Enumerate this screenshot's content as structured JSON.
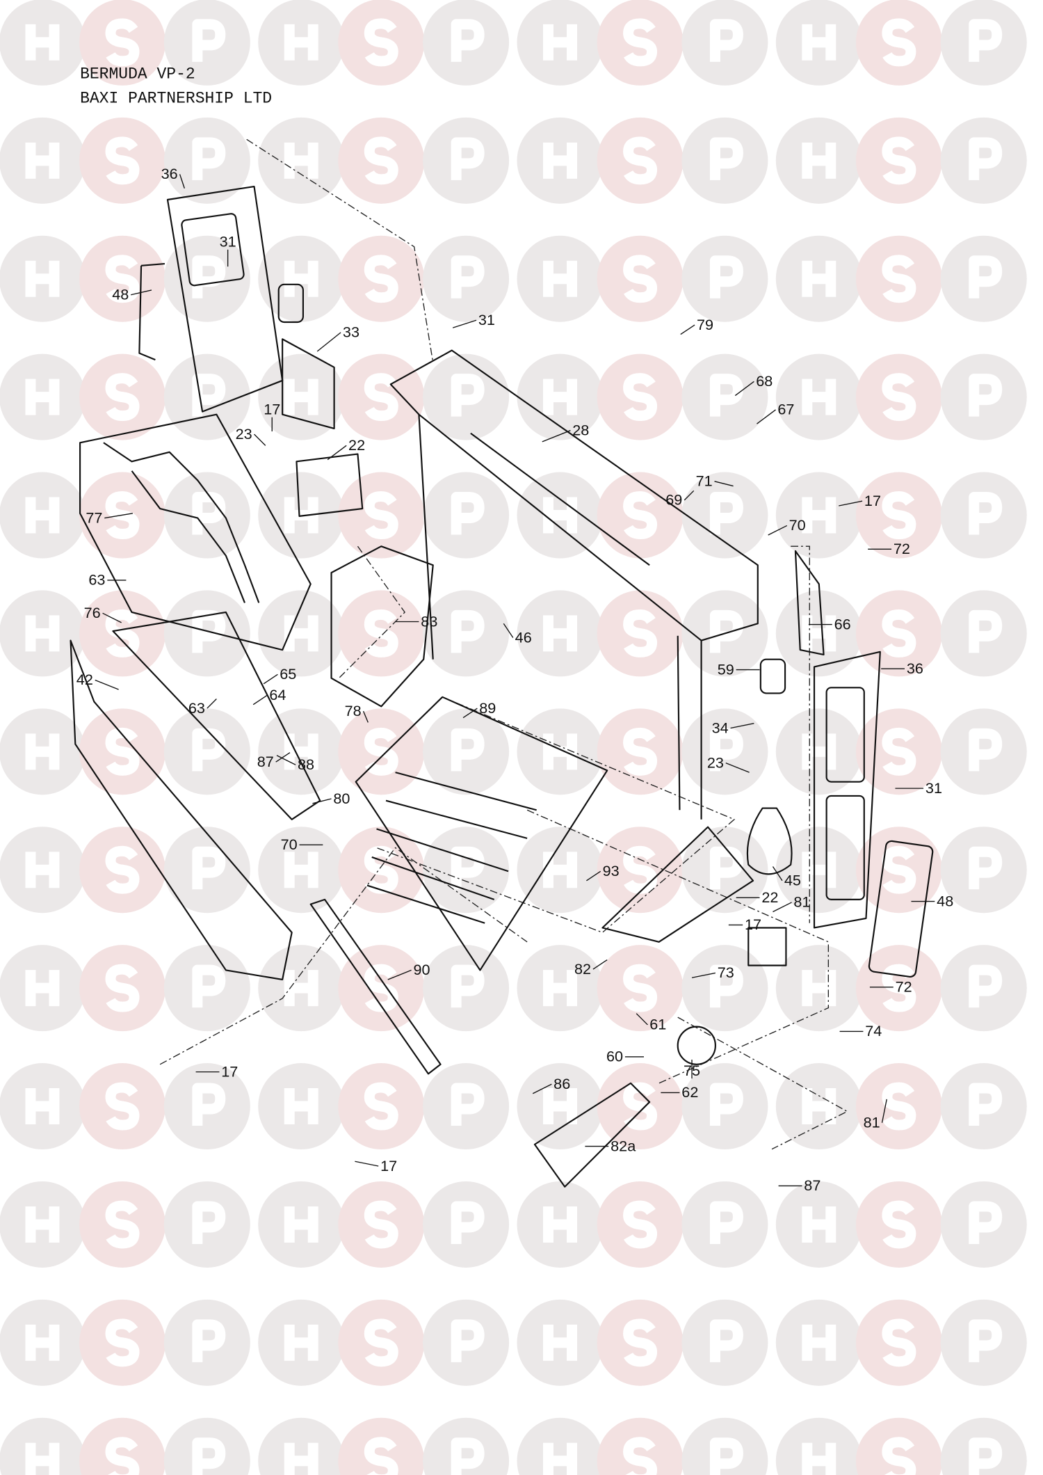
{
  "header": {
    "model": "BERMUDA VP-2",
    "manufacturer": "BAXI PARTNERSHIP LTD"
  },
  "watermark": {
    "letters": [
      "H",
      "S",
      "P"
    ],
    "colors": {
      "grey_circle": "#ebe8e8",
      "pink_circle": "#f3e1e1",
      "letter": "#ffffff"
    }
  },
  "callouts": [
    "36",
    "31",
    "48",
    "33",
    "31",
    "17",
    "23",
    "22",
    "77",
    "28",
    "79",
    "68",
    "67",
    "71",
    "69",
    "17",
    "70",
    "72",
    "63",
    "76",
    "83",
    "46",
    "66",
    "59",
    "36",
    "42",
    "65",
    "64",
    "63",
    "78",
    "89",
    "34",
    "87",
    "88",
    "23",
    "31",
    "80",
    "70",
    "93",
    "45",
    "22",
    "81",
    "48",
    "17",
    "90",
    "82",
    "73",
    "72",
    "61",
    "74",
    "60",
    "75",
    "62",
    "17",
    "86",
    "81",
    "82a",
    "17",
    "87"
  ]
}
